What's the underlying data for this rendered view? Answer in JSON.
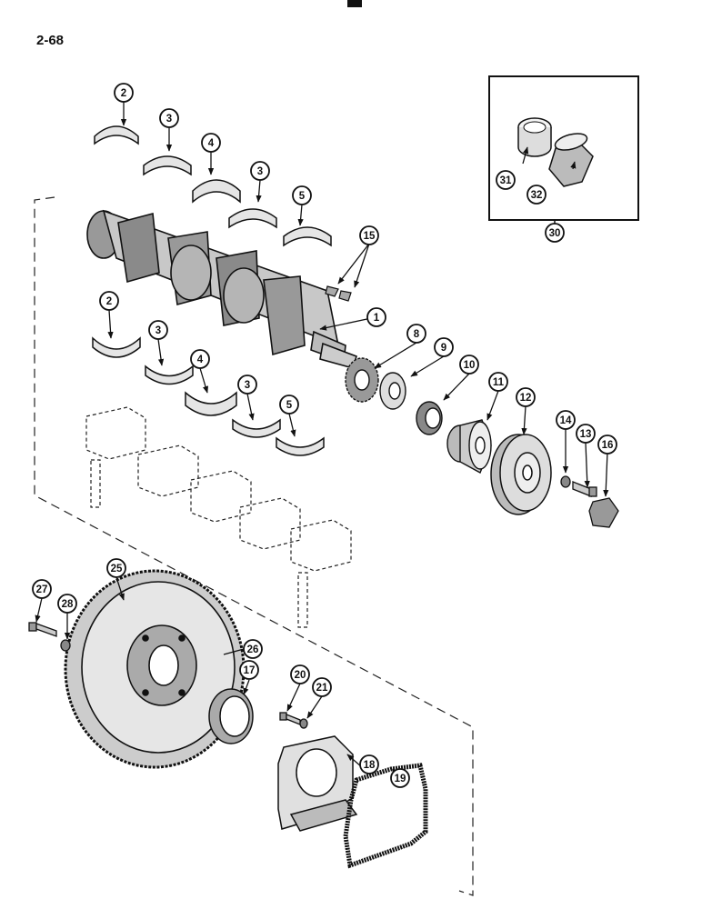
{
  "page_number": "2-68",
  "callouts": [
    "1",
    "2",
    "3",
    "4",
    "3",
    "5",
    "2",
    "3",
    "4",
    "3",
    "5",
    "8",
    "9",
    "10",
    "11",
    "12",
    "13",
    "14",
    "15",
    "16",
    "17",
    "18",
    "19",
    "20",
    "21",
    "25",
    "26",
    "27",
    "28",
    "30",
    "31",
    "32"
  ]
}
